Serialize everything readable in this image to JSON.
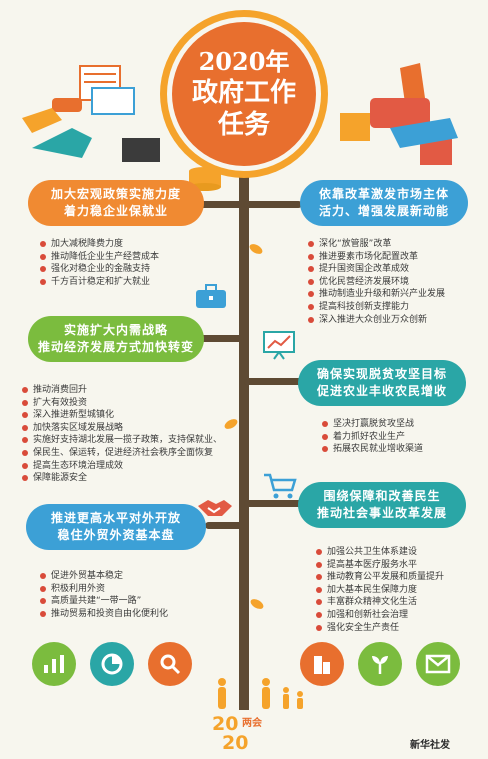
{
  "title": {
    "line1": "2020年",
    "line2": "政府工作",
    "line3": "任务"
  },
  "sections": [
    {
      "id": "s1",
      "banner": [
        "加大宏观政策实施力度",
        "着力稳企业保就业"
      ],
      "items": [
        "加大减税降费力度",
        "推动降低企业生产经营成本",
        "强化对稳企业的金融支持",
        "千方百计稳定和扩大就业"
      ]
    },
    {
      "id": "s2",
      "banner": [
        "依靠改革激发市场主体",
        "活力、增强发展新动能"
      ],
      "items": [
        "深化“放管服”改革",
        "推进要素市场化配置改革",
        "提升国资国企改革成效",
        "优化民营经济发展环境",
        "推动制造业升级和新兴产业发展",
        "提高科技创新支撑能力",
        "深入推进大众创业万众创新"
      ]
    },
    {
      "id": "s3",
      "banner": [
        "实施扩大内需战略",
        "推动经济发展方式加快转变"
      ],
      "items": [
        "推动消费回升",
        "扩大有效投资",
        "深入推进新型城镇化",
        "加快落实区域发展战略",
        "实施好支持湖北发展一揽子政策，支持保就业、",
        "保民生、保运转，促进经济社会秩序全面恢复",
        "提高生态环境治理成效",
        "保障能源安全"
      ]
    },
    {
      "id": "s4",
      "banner": [
        "确保实现脱贫攻坚目标",
        "促进农业丰收农民增收"
      ],
      "items": [
        "坚决打赢脱贫攻坚战",
        "着力抓好农业生产",
        "拓展农民就业增收渠道"
      ]
    },
    {
      "id": "s5",
      "banner": [
        "推进更高水平对外开放",
        "稳住外贸外资基本盘"
      ],
      "items": [
        "促进外贸基本稳定",
        "积极利用外资",
        "高质量共建“一带一路”",
        "推动贸易和投资自由化便利化"
      ]
    },
    {
      "id": "s6",
      "banner": [
        "围绕保障和改善民生",
        "推动社会事业改革发展"
      ],
      "items": [
        "加强公共卫生体系建设",
        "提高基本医疗服务水平",
        "推动教育公平发展和质量提升",
        "加大基本民生保障力度",
        "丰富群众精神文化生活",
        "加强和创新社会治理",
        "强化安全生产责任"
      ]
    }
  ],
  "footer": {
    "year_top": "20",
    "year_bottom": "20",
    "two_sessions": "两会",
    "brand": "新华社发"
  },
  "colors": {
    "trunk": "#5e4a33",
    "orange": "#f08a32",
    "blue": "#3ca0d6",
    "green": "#7bbc3e",
    "teal": "#2aa6a6",
    "bullet": "#d94b3a"
  }
}
